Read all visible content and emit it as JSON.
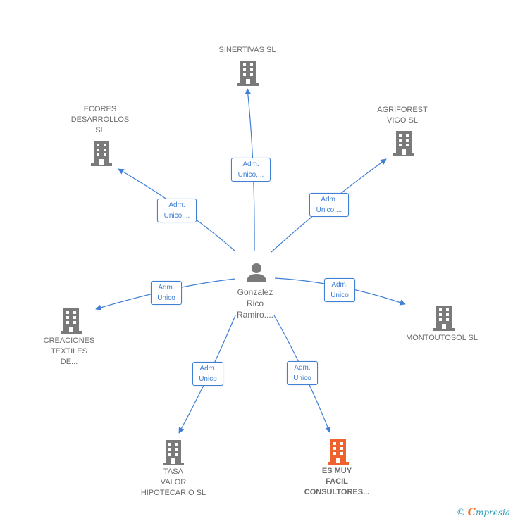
{
  "center": {
    "label": "Gonzalez\nRico\nRamiro...."
  },
  "nodes": [
    {
      "id": "sinertivas",
      "label": "SINERTIVAS SL",
      "highlight": false
    },
    {
      "id": "agriforest",
      "label": "AGRIFOREST\nVIGO  SL",
      "highlight": false
    },
    {
      "id": "ecores",
      "label": "ECORES\nDESARROLLOS\nSL",
      "highlight": false
    },
    {
      "id": "creaciones",
      "label": "CREACIONES\nTEXTILES\nDE...",
      "highlight": false
    },
    {
      "id": "montoutosol",
      "label": "MONTOUTOSOL SL",
      "highlight": false
    },
    {
      "id": "tasa",
      "label": "TASA\nVALOR\nHIPOTECARIO SL",
      "highlight": false
    },
    {
      "id": "esmuyfacil",
      "label": "ES MUY\nFACIL\nCONSULTORES...",
      "highlight": true
    }
  ],
  "edges": [
    {
      "target": "sinertivas",
      "label": "Adm.\nUnico,..."
    },
    {
      "target": "agriforest",
      "label": "Adm.\nUnico,..."
    },
    {
      "target": "ecores",
      "label": "Adm.\nUnico,..."
    },
    {
      "target": "creaciones",
      "label": "Adm.\nUnico"
    },
    {
      "target": "montoutosol",
      "label": "Adm.\nUnico"
    },
    {
      "target": "tasa",
      "label": "Adm.\nUnico"
    },
    {
      "target": "esmuyfacil",
      "label": "Adm.\nUnico"
    }
  ],
  "colors": {
    "edge": "#3f7fd4",
    "building": "#7a7a7a",
    "building_highlight": "#f0622d",
    "person": "#7a7a7a",
    "text": "#6b6b6b"
  },
  "footer": {
    "copyright_symbol": "©",
    "brand_initial": "C",
    "brand_rest": "mpresia"
  }
}
